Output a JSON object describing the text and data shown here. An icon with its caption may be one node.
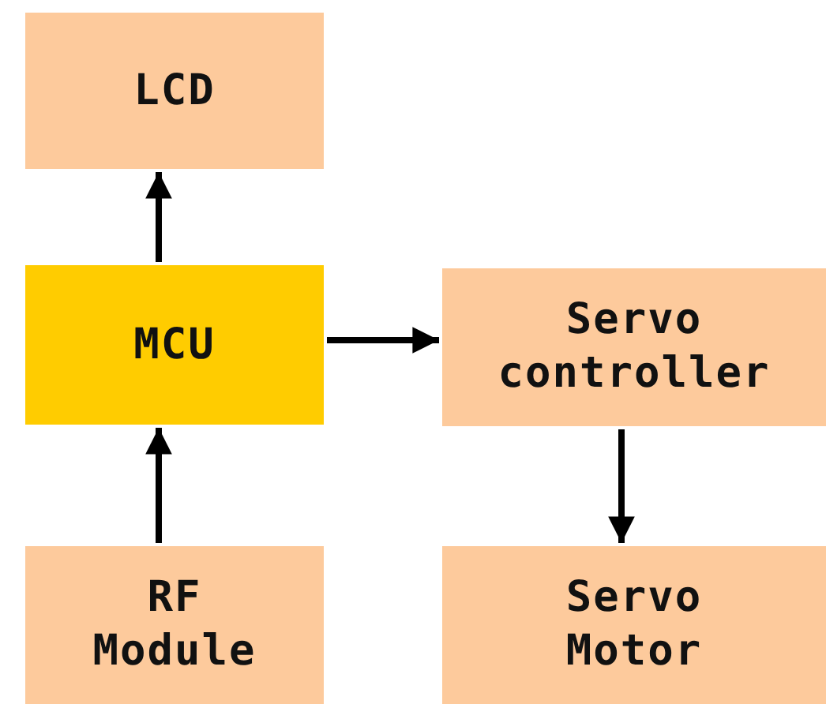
{
  "diagram": {
    "nodes": [
      {
        "text": [
          "LCD"
        ]
      },
      {
        "text": [
          "MCU"
        ]
      },
      {
        "text": [
          "Servo controller"
        ]
      },
      {
        "text": [
          "RF Module"
        ]
      },
      {
        "text": [
          "Servo Motor"
        ]
      }
    ],
    "edges": [
      {
        "from": 1,
        "to": 0,
        "arrow": "to"
      },
      {
        "from": 3,
        "to": 1,
        "arrow": "to"
      },
      {
        "from": 1,
        "to": 2,
        "arrow": "to"
      },
      {
        "from": 2,
        "to": 4,
        "arrow": "to"
      }
    ]
  }
}
